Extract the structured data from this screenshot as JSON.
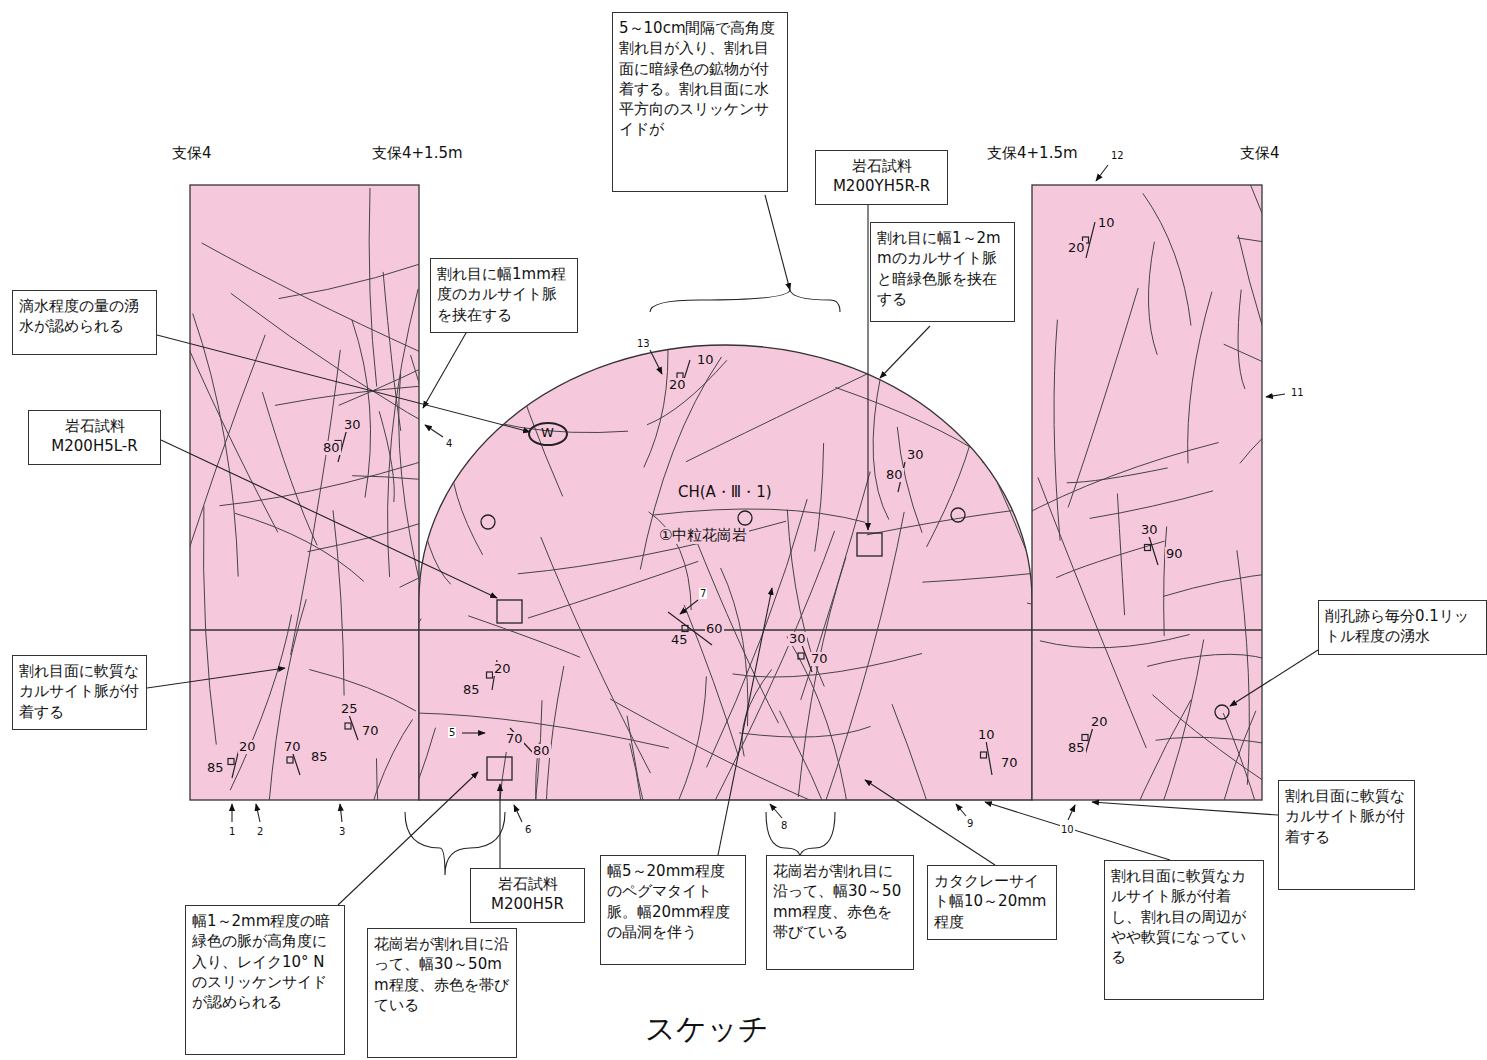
{
  "diagram": {
    "caption": "スケッチ",
    "nodes": [
      {
        "text": [
          "5～10cm間隔で高角度割れ目が入り、割れ目面に暗緑色の鉱物が付着する。割れ目面に水平方向のスリッケンサイドが"
        ]
      },
      {
        "text": [
          "岩石試料 M200YH5R-R"
        ]
      },
      {
        "text": [
          "割れ目に幅1～2mmのカルサイト脈と暗緑色脈を挟在する"
        ]
      },
      {
        "text": [
          "割れ目に幅1mm程度のカルサイト脈を挟在する"
        ]
      },
      {
        "text": [
          "滴水程度の量の湧水が認められる"
        ]
      },
      {
        "text": [
          "岩石試料 M200H5L-R"
        ]
      },
      {
        "text": [
          "割れ目面に軟質なカルサイト脈が付着する"
        ]
      },
      {
        "text": [
          "削孔跡ら毎分0.1リットル程度の湧水"
        ]
      },
      {
        "text": [
          "割れ目面に軟質なカルサイト脈が付着する"
        ]
      },
      {
        "text": [
          "幅1～2mm程度の暗緑色の脈が高角度に入り、レイク10° Nのスリッケンサイドが認められる"
        ]
      },
      {
        "text": [
          "花崗岩が割れ目に沿って、幅30～50mm程度、赤色を帯びている"
        ]
      },
      {
        "text": [
          "岩石試料 M200H5R"
        ]
      },
      {
        "text": [
          "幅5～20mm程度のペグマタイト脈。幅20mm程度の晶洞を伴う"
        ]
      },
      {
        "text": [
          "花崗岩が割れ目に沿って、幅30～50mm程度、赤色を帯びている"
        ]
      },
      {
        "text": [
          "カタクレーサイト幅10～20mm程度"
        ]
      },
      {
        "text": [
          "割れ目面に軟質なカルサイト脈が付着し、割れ目の周辺がやや軟質になっている"
        ]
      }
    ],
    "labels": [
      "支保4",
      "支保4+1.5m",
      "支保4+1.5m",
      "支保4",
      "12",
      "11",
      "13",
      "4",
      "7",
      "5",
      "6",
      "1",
      "2",
      "3",
      "8",
      "9",
      "10",
      "CH(A・Ⅲ・1)",
      "①中粒花崗岩",
      "W",
      "30",
      "80",
      "10",
      "20",
      "30",
      "80",
      "10",
      "20",
      "30",
      "90",
      "45",
      "60",
      "20",
      "85",
      "70",
      "80",
      "30",
      "70",
      "10",
      "70",
      "20",
      "85",
      "20",
      "85",
      "70",
      "85",
      "25",
      "70"
    ]
  }
}
